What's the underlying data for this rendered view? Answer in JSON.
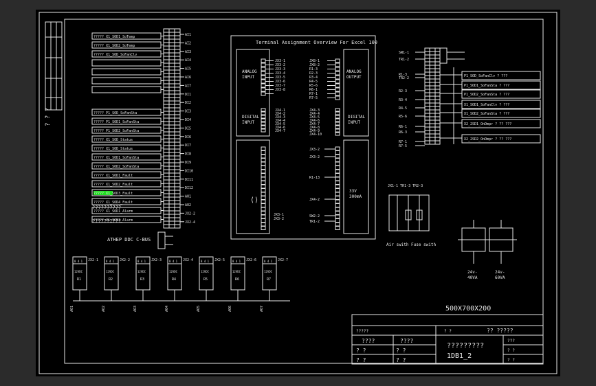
{
  "colors": {
    "background_outer": "#2b2b2b",
    "background_drawing": "#000000",
    "line": "#e8e8e8",
    "highlight": "#22dd22"
  },
  "panel_title": "Terminal Assignment Overview For Excel 100",
  "panel_labels": {
    "analog_input": [
      "ANALOG",
      "INPUT"
    ],
    "analog_output": [
      "ANALOG",
      "OUTPUT"
    ],
    "digital_input": [
      "DIGITAL",
      "INPUT"
    ],
    "digital_output_right": [
      "DIGITAL",
      "INPUT"
    ],
    "supply": [
      "33V",
      "300mA"
    ]
  },
  "left_device_labels": [
    "????? X1_SOD1_SoTemp",
    "????? X1_SOD2_SoTemp",
    "????? X1_SOD_SoFanClv",
    "",
    "",
    "",
    "",
    "????? P1_SOD_SoFanSta",
    "????? P1_SOD1_SoFanSta",
    "????? P1_SOD2_SoFanSta",
    "????? X1_SOD_Status",
    "????? X1_SOD_Status",
    "????? X1_SOD1_SoFanSta",
    "????? X1_SOD2_SoFanSta",
    "????? X1_SOD1_Fault",
    "????? X1_SOD2_Fault",
    "????? X1_SOD3_Fault",
    "????? X1_SOD4_Fault",
    "????? X1_SOD1_Alarm",
    "????? X1_SOD2_Alarm"
  ],
  "left_terminal_labels": [
    "AI1",
    "AI2",
    "AI3",
    "AI4",
    "AI5",
    "AI6",
    "AI7",
    "DI1",
    "DI2",
    "DI3",
    "DI4",
    "DI5",
    "DI6",
    "DI7",
    "DI8",
    "DI9",
    "DI10",
    "DI11",
    "DI12",
    "AO1",
    "AO2",
    "JX2-2",
    "JX2-4"
  ],
  "bus_label": "ATHEP DDC C-BUS",
  "relay_modules": [
    {
      "label": "R1",
      "coil": "12VDC",
      "jx": "JX2-1",
      "out": "AO1"
    },
    {
      "label": "R2",
      "coil": "12VDC",
      "jx": "JX2-2",
      "out": "AO2"
    },
    {
      "label": "R3",
      "coil": "12VDC",
      "jx": "JX2-3",
      "out": "AO3"
    },
    {
      "label": "R4",
      "coil": "12VDC",
      "jx": "JX2-4",
      "out": "AO4"
    },
    {
      "label": "R5",
      "coil": "12VDC",
      "jx": "JX2-5",
      "out": "AO5"
    },
    {
      "label": "R6",
      "coil": "12VDC",
      "jx": "JX2-6",
      "out": "AO6"
    },
    {
      "label": "R7",
      "coil": "12VDC",
      "jx": "JX2-7",
      "out": "AO7"
    }
  ],
  "right_switch_labels": [
    "SW1-1",
    "TR1-2",
    "R1-3",
    "TR2-2",
    "R2-3",
    "R3-4",
    "R4-5",
    "R5-6",
    "R6-1",
    "R6-3",
    "R7-1",
    "R7-5"
  ],
  "right_device_labels": [
    "P1_SOD_SoFanClv   ?  ???",
    "P1_SOD1_SoFanSta  ?  ???",
    "P1_SOD2_SoFanSta  ?  ???",
    "X1_SOD1_SoFanClv  ?  ???",
    "X1_SOD2_SoFanSta  ?  ???",
    "X2_2SD1_OnDmpr  ?  ?? ???",
    "X2_2SD2_OnDmpr  ?  ?? ???"
  ],
  "switch_labels": [
    "Air swith",
    "Fuse swith"
  ],
  "small_block_labels": [
    "24v-",
    "40VA",
    "24v-",
    "60VA"
  ],
  "enclosure_size": "500X700X200",
  "title_block": {
    "system_name": "?? ?????",
    "drawing_title": "?????????",
    "drawing_number": "1DB1_2",
    "cells_left": [
      "????",
      "????",
      "? ?",
      "? ?",
      "? ?",
      "? ?"
    ],
    "cells_right": [
      "???",
      "? ?",
      "? ?"
    ],
    "header_left": "?????",
    "header_mid": "? ?"
  },
  "side_marks": "? ? ?"
}
